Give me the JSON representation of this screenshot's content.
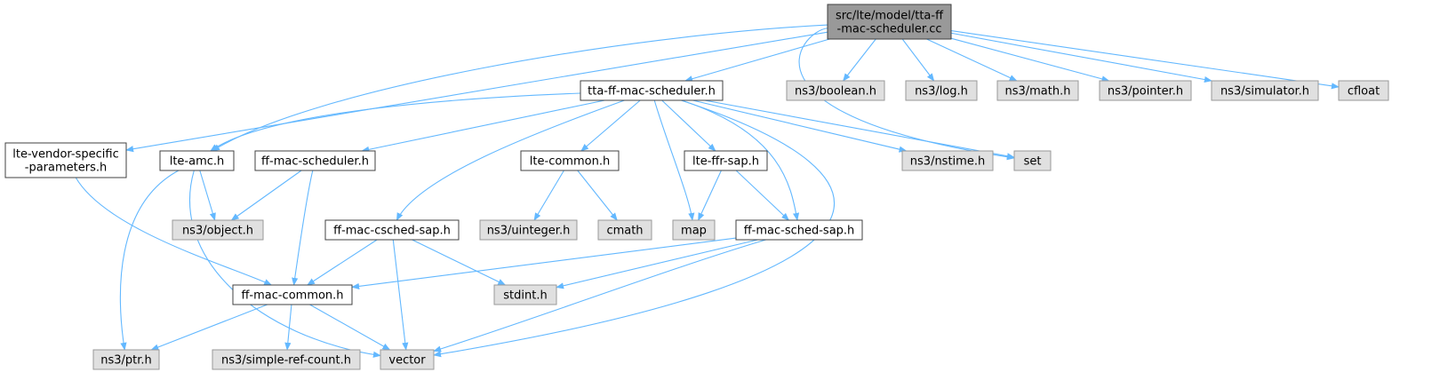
{
  "diagram": {
    "colors": {
      "edge": "#63b8ff",
      "root_fill": "#999999",
      "local_fill": "#ffffff",
      "system_fill": "#e0e0e0",
      "border_dark": "#404040",
      "border_light": "#999999"
    },
    "nodes": [
      {
        "id": "root",
        "lines": [
          "src/lte/model/tta-ff",
          "-mac-scheduler.cc"
        ],
        "kind": "root"
      },
      {
        "id": "tta_h",
        "lines": [
          "tta-ff-mac-scheduler.h"
        ],
        "kind": "local"
      },
      {
        "id": "boolean",
        "lines": [
          "ns3/boolean.h"
        ],
        "kind": "system"
      },
      {
        "id": "log",
        "lines": [
          "ns3/log.h"
        ],
        "kind": "system"
      },
      {
        "id": "math",
        "lines": [
          "ns3/math.h"
        ],
        "kind": "system"
      },
      {
        "id": "pointer",
        "lines": [
          "ns3/pointer.h"
        ],
        "kind": "system"
      },
      {
        "id": "simulator",
        "lines": [
          "ns3/simulator.h"
        ],
        "kind": "system"
      },
      {
        "id": "cfloat",
        "lines": [
          "cfloat"
        ],
        "kind": "system"
      },
      {
        "id": "lvsp",
        "lines": [
          "lte-vendor-specific",
          "-parameters.h"
        ],
        "kind": "local"
      },
      {
        "id": "amc",
        "lines": [
          "lte-amc.h"
        ],
        "kind": "local"
      },
      {
        "id": "ffms",
        "lines": [
          "ff-mac-scheduler.h"
        ],
        "kind": "local"
      },
      {
        "id": "ltecommon",
        "lines": [
          "lte-common.h"
        ],
        "kind": "local"
      },
      {
        "id": "ffrsap",
        "lines": [
          "lte-ffr-sap.h"
        ],
        "kind": "local"
      },
      {
        "id": "nstime",
        "lines": [
          "ns3/nstime.h"
        ],
        "kind": "system"
      },
      {
        "id": "set",
        "lines": [
          "set"
        ],
        "kind": "system"
      },
      {
        "id": "object",
        "lines": [
          "ns3/object.h"
        ],
        "kind": "system"
      },
      {
        "id": "csched",
        "lines": [
          "ff-mac-csched-sap.h"
        ],
        "kind": "local"
      },
      {
        "id": "uinteger",
        "lines": [
          "ns3/uinteger.h"
        ],
        "kind": "system"
      },
      {
        "id": "cmath",
        "lines": [
          "cmath"
        ],
        "kind": "system"
      },
      {
        "id": "map",
        "lines": [
          "map"
        ],
        "kind": "system"
      },
      {
        "id": "sched",
        "lines": [
          "ff-mac-sched-sap.h"
        ],
        "kind": "local"
      },
      {
        "id": "common",
        "lines": [
          "ff-mac-common.h"
        ],
        "kind": "local"
      },
      {
        "id": "stdint",
        "lines": [
          "stdint.h"
        ],
        "kind": "system"
      },
      {
        "id": "ptr",
        "lines": [
          "ns3/ptr.h"
        ],
        "kind": "system"
      },
      {
        "id": "simpleref",
        "lines": [
          "ns3/simple-ref-count.h"
        ],
        "kind": "system"
      },
      {
        "id": "vector",
        "lines": [
          "vector"
        ],
        "kind": "system"
      }
    ],
    "edges": [
      {
        "from": "root",
        "to": "tta_h"
      },
      {
        "from": "root",
        "to": "boolean"
      },
      {
        "from": "root",
        "to": "log"
      },
      {
        "from": "root",
        "to": "math"
      },
      {
        "from": "root",
        "to": "pointer"
      },
      {
        "from": "root",
        "to": "simulator"
      },
      {
        "from": "root",
        "to": "cfloat"
      },
      {
        "from": "root",
        "to": "lvsp"
      },
      {
        "from": "root",
        "to": "amc"
      },
      {
        "from": "root",
        "to": "set"
      },
      {
        "from": "tta_h",
        "to": "amc"
      },
      {
        "from": "tta_h",
        "to": "ffms"
      },
      {
        "from": "tta_h",
        "to": "ltecommon"
      },
      {
        "from": "tta_h",
        "to": "ffrsap"
      },
      {
        "from": "tta_h",
        "to": "csched"
      },
      {
        "from": "tta_h",
        "to": "sched"
      },
      {
        "from": "tta_h",
        "to": "map"
      },
      {
        "from": "tta_h",
        "to": "nstime"
      },
      {
        "from": "tta_h",
        "to": "set"
      },
      {
        "from": "tta_h",
        "to": "vector"
      },
      {
        "from": "lvsp",
        "to": "common"
      },
      {
        "from": "amc",
        "to": "object"
      },
      {
        "from": "amc",
        "to": "ptr"
      },
      {
        "from": "amc",
        "to": "vector"
      },
      {
        "from": "ffms",
        "to": "object"
      },
      {
        "from": "ffms",
        "to": "common"
      },
      {
        "from": "ltecommon",
        "to": "uinteger"
      },
      {
        "from": "ltecommon",
        "to": "cmath"
      },
      {
        "from": "ffrsap",
        "to": "map"
      },
      {
        "from": "ffrsap",
        "to": "sched"
      },
      {
        "from": "csched",
        "to": "common"
      },
      {
        "from": "csched",
        "to": "stdint"
      },
      {
        "from": "csched",
        "to": "vector"
      },
      {
        "from": "sched",
        "to": "common"
      },
      {
        "from": "sched",
        "to": "stdint"
      },
      {
        "from": "sched",
        "to": "vector"
      },
      {
        "from": "common",
        "to": "ptr"
      },
      {
        "from": "common",
        "to": "simpleref"
      },
      {
        "from": "common",
        "to": "vector"
      }
    ]
  }
}
